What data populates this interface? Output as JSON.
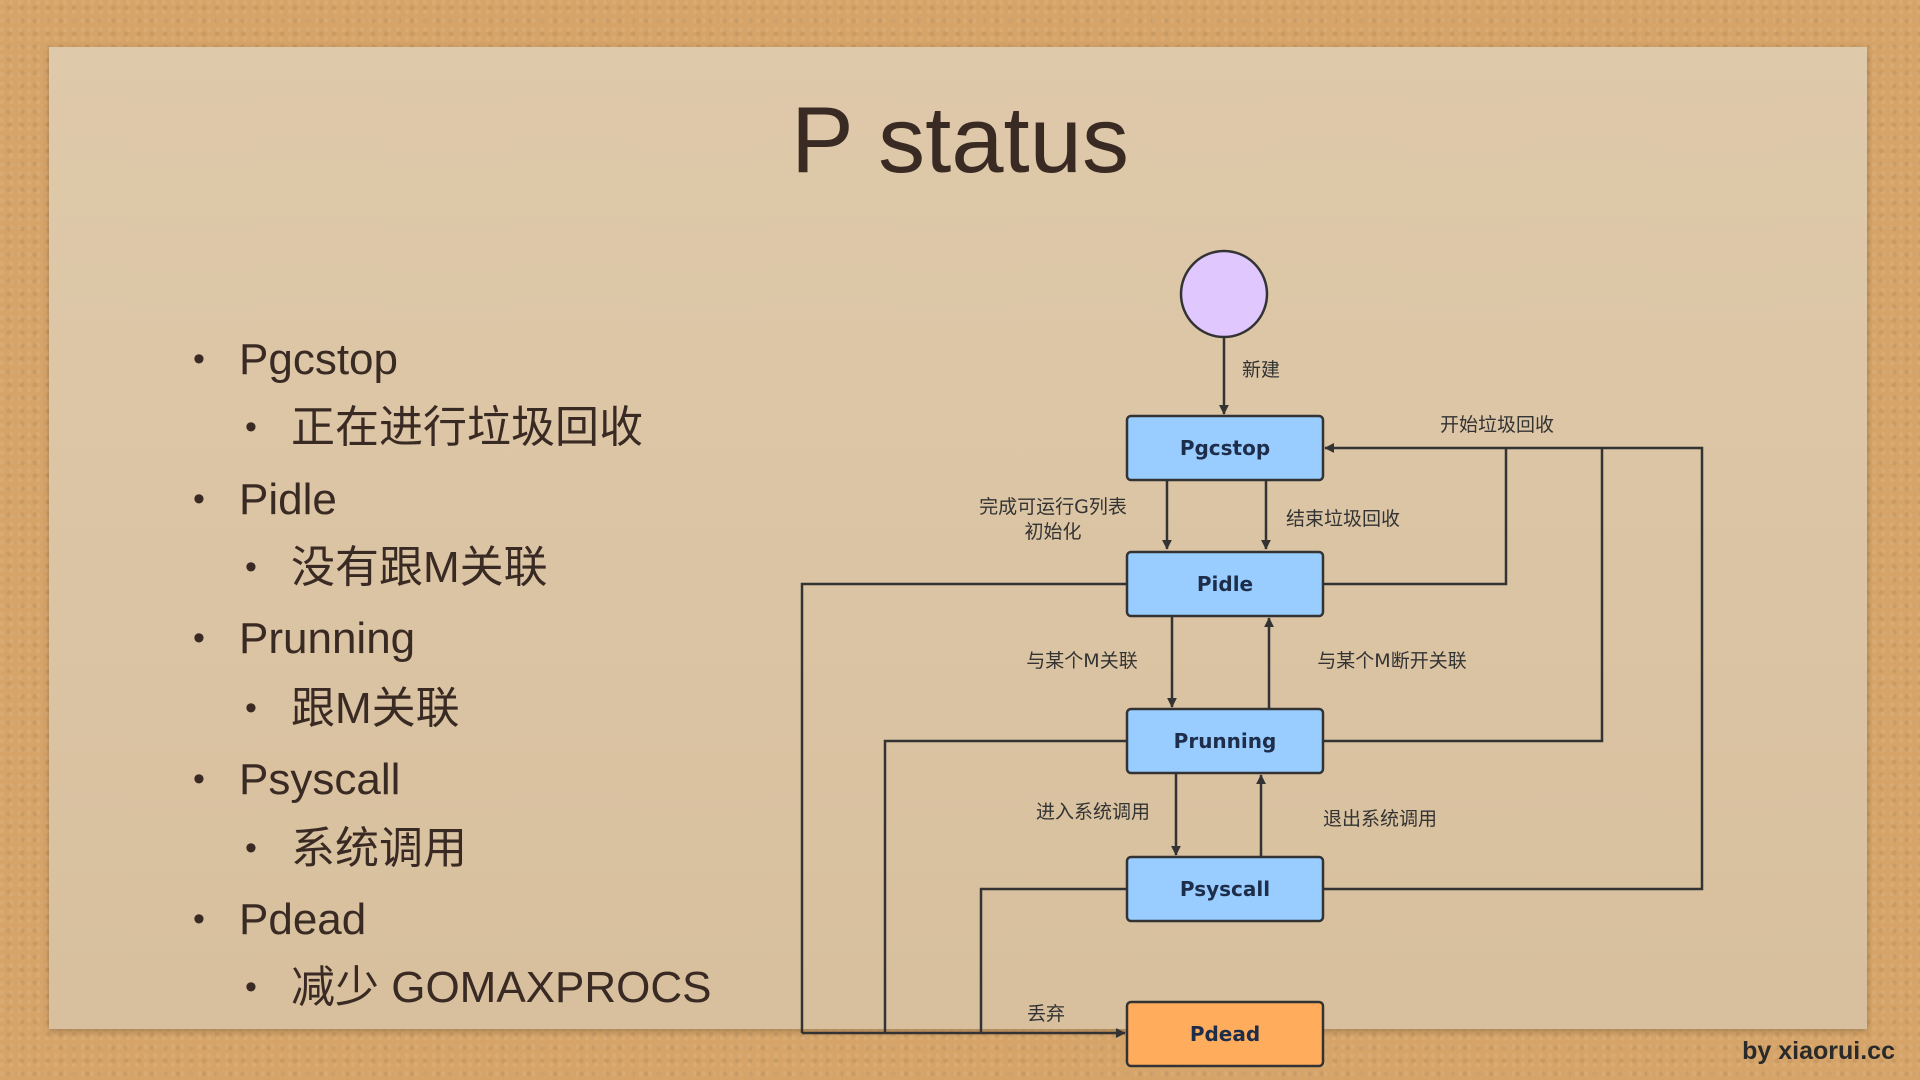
{
  "title": "P status",
  "bullets": [
    {
      "text": "Pgcstop",
      "sub": "正在进行垃圾回收"
    },
    {
      "text": "Pidle",
      "sub": "没有跟M关联"
    },
    {
      "text": "Prunning",
      "sub": "跟M关联"
    },
    {
      "text": "Psyscall",
      "sub": "系统调用"
    },
    {
      "text": "Pdead",
      "sub": "减少 GOMAXPROCS"
    }
  ],
  "diagram": {
    "states": {
      "pgcstop": "Pgcstop",
      "pidle": "Pidle",
      "prunning": "Prunning",
      "psyscall": "Psyscall",
      "pdead": "Pdead"
    },
    "edges": {
      "new": "新建",
      "start_gc": "开始垃圾回收",
      "init_line1": "完成可运行G列表",
      "init_line2": "初始化",
      "end_gc": "结束垃圾回收",
      "bind_m": "与某个M关联",
      "unbind_m": "与某个M断开关联",
      "enter_syscall": "进入系统调用",
      "exit_syscall": "退出系统调用",
      "discard": "丢弃"
    },
    "colors": {
      "state": "#99ccff",
      "dead": "#ffad5c",
      "start": "#e0c8ff"
    }
  },
  "footer": "by xiaorui.cc"
}
